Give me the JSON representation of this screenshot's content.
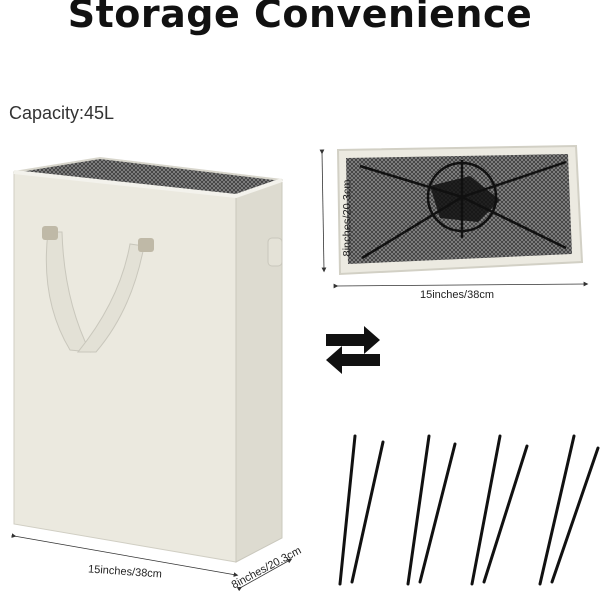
{
  "title": "Storage Convenience",
  "capacity": "Capacity:45L",
  "dimensions": {
    "top_width": "15inches/38cm",
    "top_height": "8inches/20.3cm",
    "front_width": "15inches/38cm",
    "front_depth": "8inches/20.3cm"
  },
  "icons": {
    "swap": "swap-arrows-icon",
    "rods": "support-rods"
  },
  "colors": {
    "hamper_fabric": "#ebe9df",
    "mesh_lining": "#6f6f6f",
    "rods": "#111111"
  }
}
